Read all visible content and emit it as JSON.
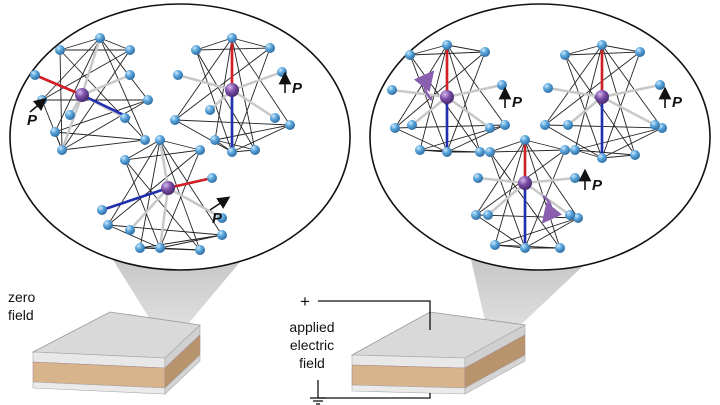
{
  "diagram": {
    "left_panel": {
      "label_line1": "zero",
      "label_line2": "field",
      "polarization_symbol": "P"
    },
    "right_panel": {
      "label_line1": "applied",
      "label_line2": "electric",
      "label_line3": "field",
      "plus_sign": "+",
      "polarization_symbol": "P"
    },
    "colors": {
      "oxygen_atom": "#5ba7de",
      "center_atom": "#7b4fa6",
      "bond_red": "#d21f26",
      "bond_blue": "#1f2fb0",
      "bond_gray": "#c8c8c8",
      "rotation_arrow": "#8a5fb0",
      "film_top": "#d9d9d9",
      "film_middle": "#d7b48b",
      "zoom_cone": "#cfcfcf"
    }
  }
}
